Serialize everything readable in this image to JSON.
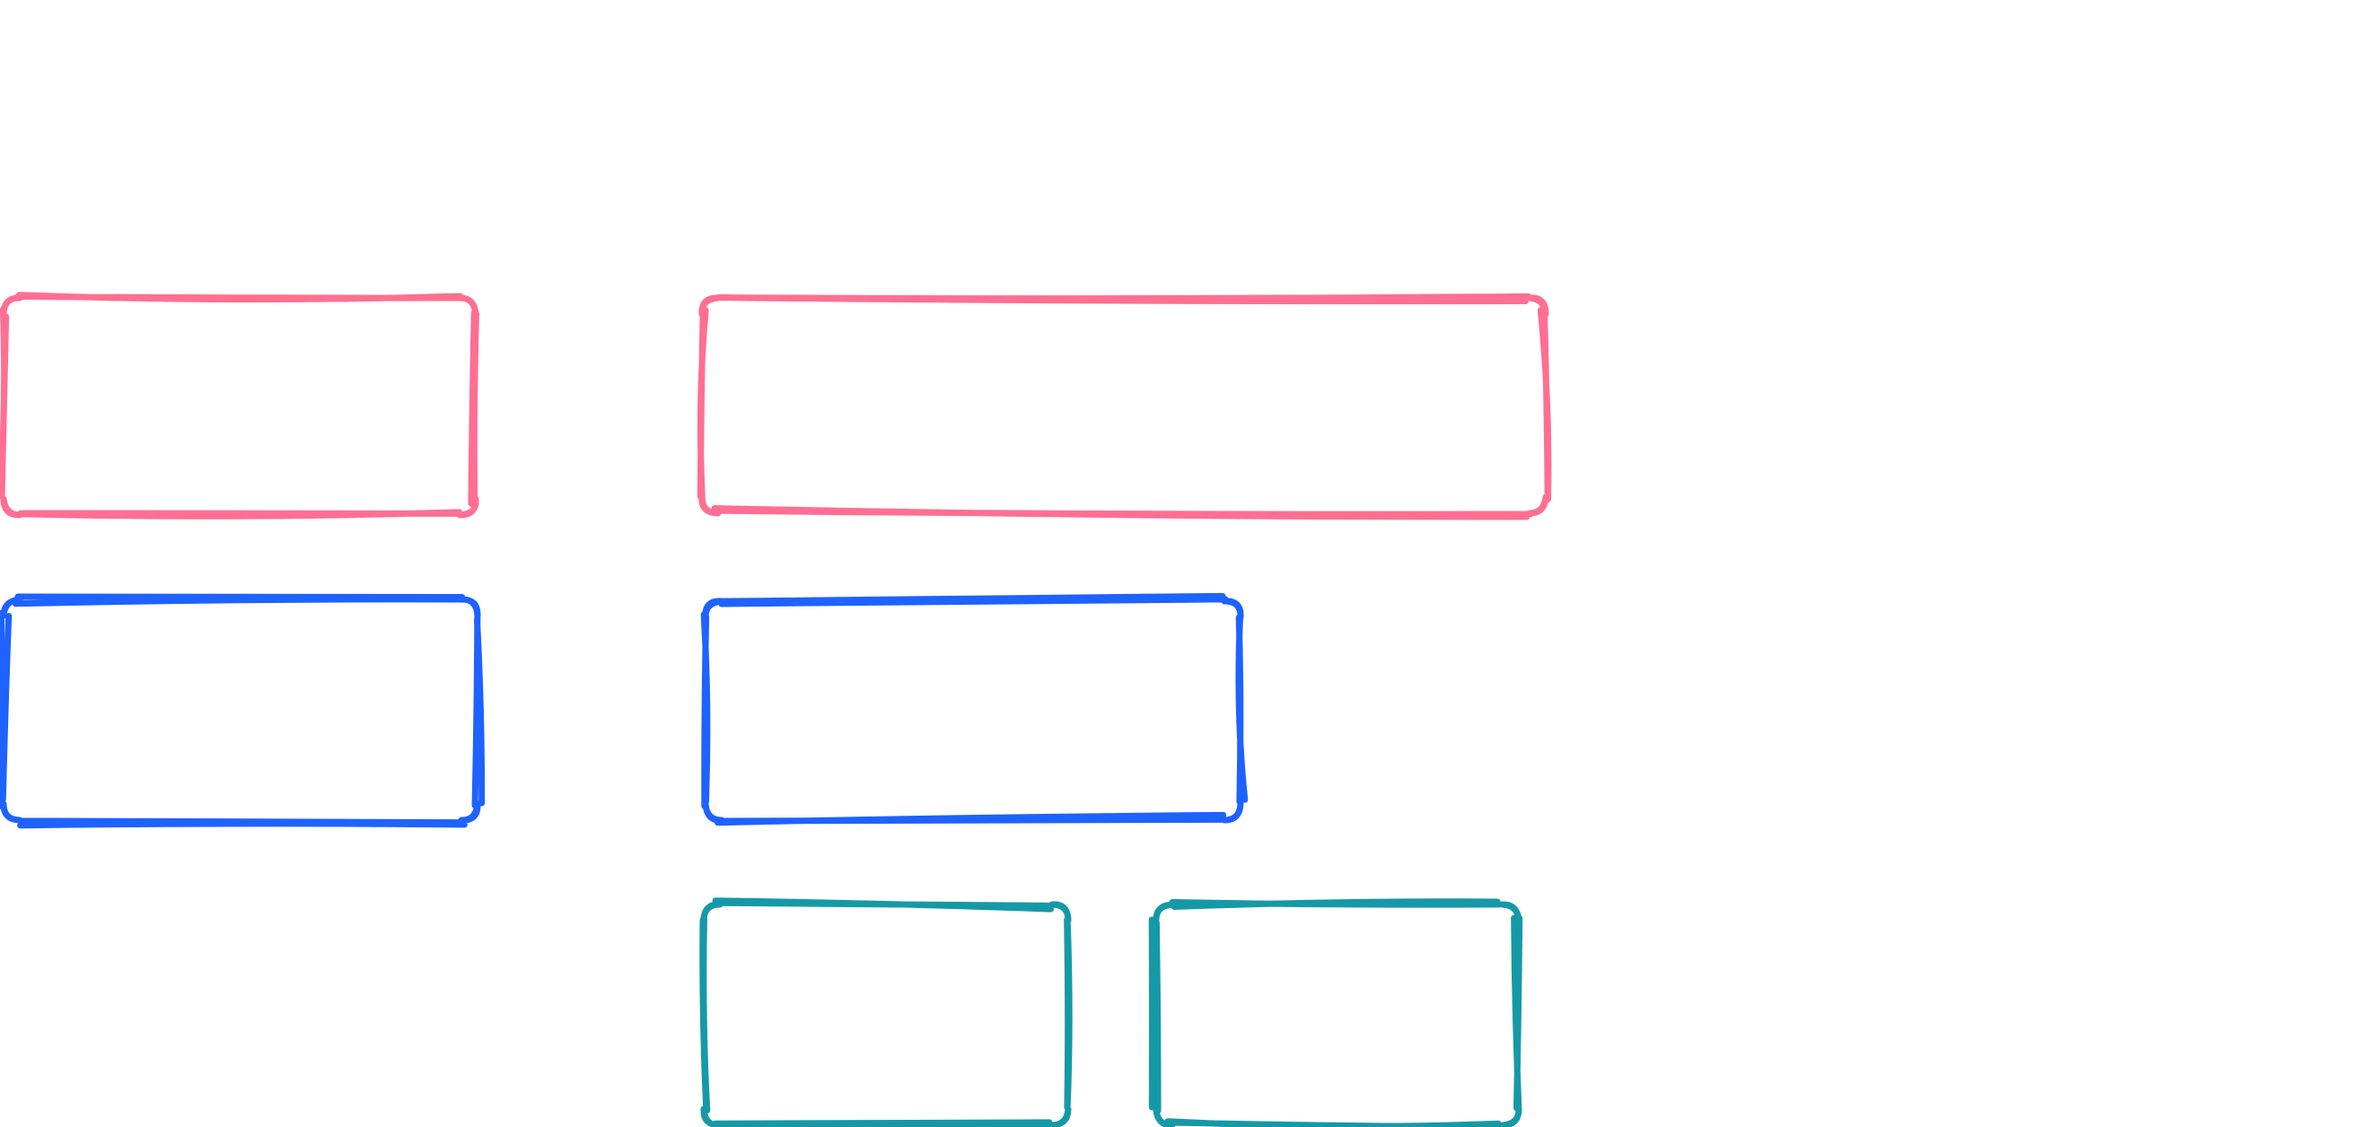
{
  "canvas": {
    "background": "#ffffff"
  },
  "palette": {
    "pink": "#ff6f91",
    "blue": "#1e62ff",
    "teal": "#1699a6"
  },
  "shapes": [
    {
      "id": "pink-box-1",
      "type": "rectangle",
      "style": "sketchy",
      "color": "#ff6f91",
      "row": 1
    },
    {
      "id": "pink-box-2",
      "type": "rectangle",
      "style": "sketchy",
      "color": "#ff6f91",
      "row": 1
    },
    {
      "id": "blue-box-1",
      "type": "rectangle",
      "style": "sketchy",
      "color": "#1e62ff",
      "row": 2
    },
    {
      "id": "blue-box-2",
      "type": "rectangle",
      "style": "sketchy",
      "color": "#1e62ff",
      "row": 2
    },
    {
      "id": "teal-box-1",
      "type": "rectangle",
      "style": "sketchy",
      "color": "#1699a6",
      "row": 3
    },
    {
      "id": "teal-box-2",
      "type": "rectangle",
      "style": "sketchy",
      "color": "#1699a6",
      "row": 3
    }
  ]
}
